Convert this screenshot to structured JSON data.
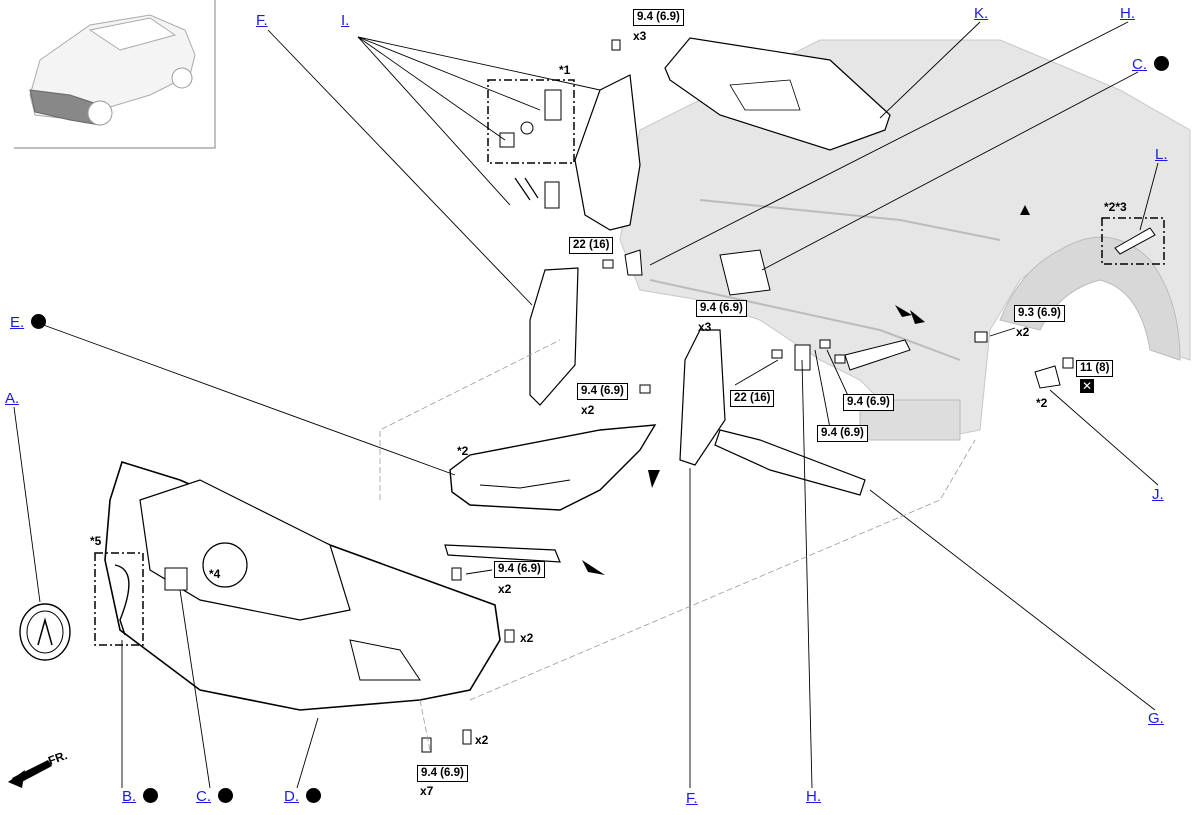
{
  "callouts": {
    "A": "A.",
    "B": "B.",
    "C_bottom": "C.",
    "D": "D.",
    "E": "E.",
    "F_top": "F.",
    "F_bottom": "F.",
    "G": "G.",
    "H_top": "H.",
    "H_bottom": "H.",
    "I": "I.",
    "J": "J.",
    "K": "K.",
    "L": "L.",
    "C_right": "C."
  },
  "torques": {
    "t1": "9.4 (6.9)",
    "t2": "22 (16)",
    "t3": "9.4 (6.9)",
    "t4": "9.4 (6.9)",
    "t5": "9.3 (6.9)",
    "t6": "11 (8)",
    "t7": "22 (16)",
    "t8": "9.4 (6.9)",
    "t9": "9.4 (6.9)",
    "t10": "9.4 (6.9)",
    "t11": "9.4 (6.9)"
  },
  "quantities": {
    "q1": "x3",
    "q2": "x3",
    "q3": "x2",
    "q4": "x2",
    "q5": "x2",
    "q6": "x2",
    "q7": "x2",
    "q8": "x7"
  },
  "notes": {
    "n1": "*1",
    "n2": "*2",
    "n3": "*2*3",
    "n4": "*2",
    "n5": "*5",
    "n6": "*4"
  },
  "xmark": "✕",
  "fr": "FR.",
  "colors": {
    "link": "#1a1ae6",
    "line": "#000000",
    "shade": "#e4e4e4"
  }
}
